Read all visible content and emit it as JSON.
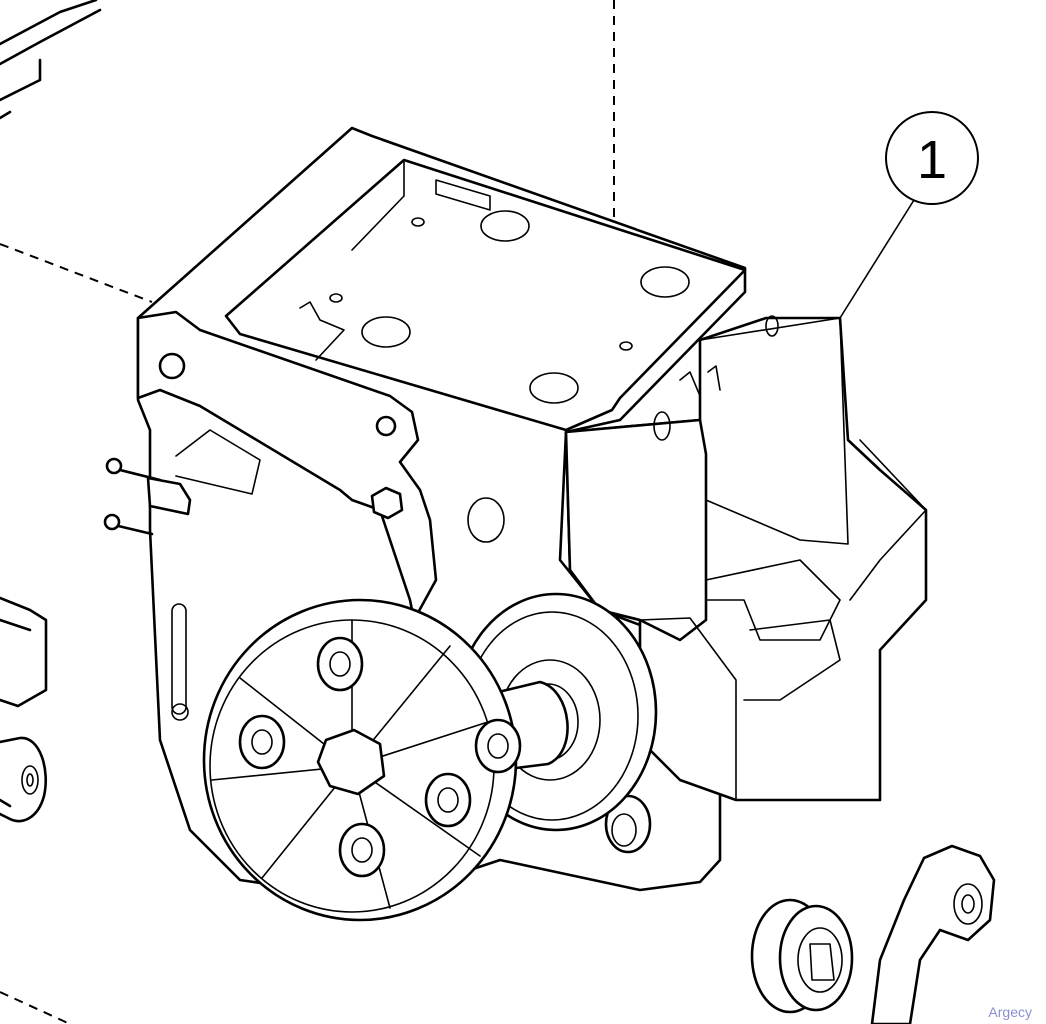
{
  "diagram": {
    "callouts": [
      {
        "label": "1",
        "target": "drive-assembly"
      }
    ]
  },
  "watermark": {
    "text": "Argecy",
    "color": "#8a8fd0"
  },
  "colors": {
    "line": "#000000",
    "background": "#ffffff"
  }
}
